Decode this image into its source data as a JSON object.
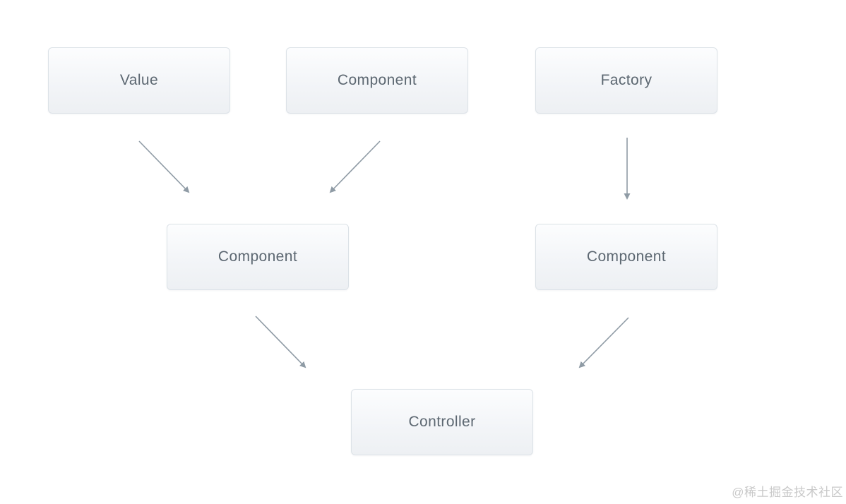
{
  "diagram": {
    "type": "flowchart",
    "nodes": [
      {
        "id": "value",
        "label": "Value",
        "row": "top"
      },
      {
        "id": "component-top",
        "label": "Component",
        "row": "top"
      },
      {
        "id": "factory",
        "label": "Factory",
        "row": "top"
      },
      {
        "id": "component-left",
        "label": "Component",
        "row": "middle"
      },
      {
        "id": "component-right",
        "label": "Component",
        "row": "middle"
      },
      {
        "id": "controller",
        "label": "Controller",
        "row": "bottom"
      }
    ],
    "edges": [
      {
        "from": "value",
        "to": "component-left"
      },
      {
        "from": "component-top",
        "to": "component-left"
      },
      {
        "from": "factory",
        "to": "component-right"
      },
      {
        "from": "component-left",
        "to": "controller"
      },
      {
        "from": "component-right",
        "to": "controller"
      }
    ],
    "colors": {
      "background": "#ffffff",
      "node_border": "#dce2e7",
      "node_fill_top": "#fcfdfe",
      "node_fill_bottom": "#edf0f3",
      "node_text": "#5c6771",
      "arrow": "#8f9ba5",
      "watermark": "#c9c9c9"
    }
  },
  "watermark": {
    "text": "@稀土掘金技术社区"
  }
}
